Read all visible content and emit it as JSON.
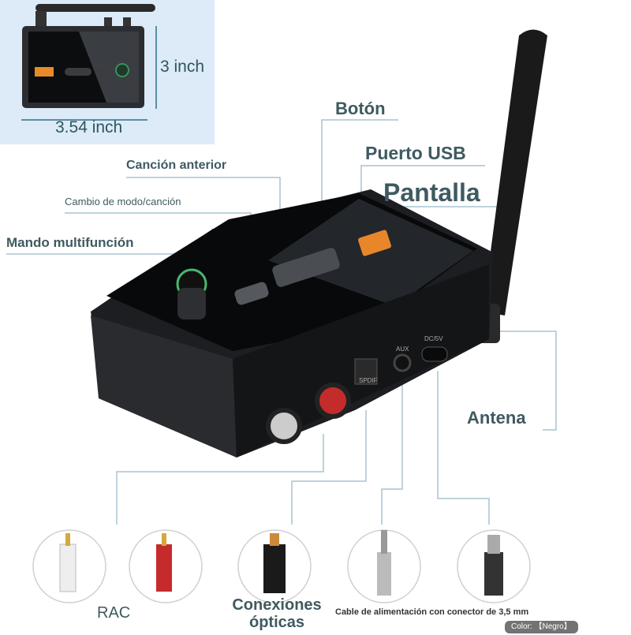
{
  "dimensions": {
    "height": "3 inch",
    "width": "3.54 inch"
  },
  "labels": {
    "button": "Botón",
    "usb_port": "Puerto USB",
    "display": "Pantalla",
    "previous_song": "Canción anterior",
    "mode_switch": "Cambio de modo/canción",
    "knob": "Mando multifunción",
    "antenna": "Antena",
    "rca": "RAC",
    "optical": "Conexiones ópticas",
    "power_cable": "Cable de alimentación con conector de 3,5 mm"
  },
  "ports": {
    "spdif": "SPDIF",
    "aux": "AUX",
    "dc": "DC/5V"
  },
  "tooltip": {
    "label": "Color:",
    "value": "【Negro】"
  },
  "colors": {
    "label": "#3f5a61",
    "line": "#a9c4d0",
    "inset_bg": "#dcebf7",
    "device": "#1d1f22"
  }
}
